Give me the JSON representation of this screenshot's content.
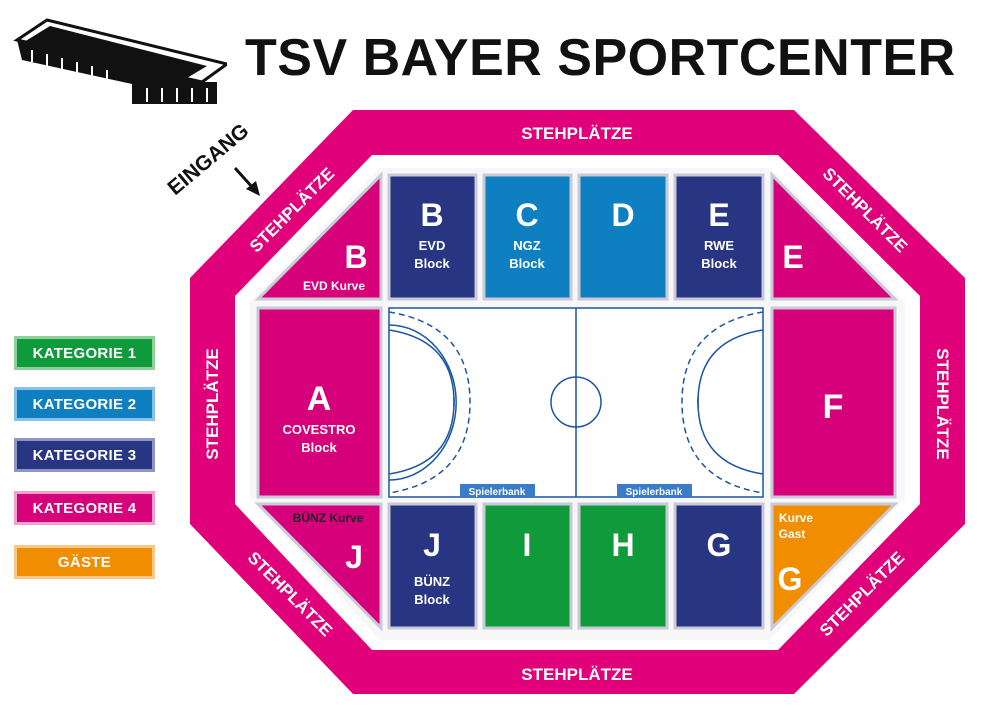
{
  "title": "TSV BAYER SPORTCENTER",
  "entrance": "EINGANG",
  "standing": "STEHPLÄTZE",
  "colors": {
    "kat1": "#0f9a3c",
    "kat2": "#0e7fc0",
    "kat3": "#283582",
    "kat4": "#d5007a",
    "gaeste": "#f18e00",
    "ring": "#e0007a"
  },
  "legend": [
    {
      "label": "KATEGORIE 1",
      "color": "#0f9a3c",
      "border": "#8fd09a"
    },
    {
      "label": "KATEGORIE 2",
      "color": "#0e7fc0",
      "border": "#85c2e6"
    },
    {
      "label": "KATEGORIE 3",
      "color": "#283582",
      "border": "#8f96c4"
    },
    {
      "label": "KATEGORIE 4",
      "color": "#d5007a",
      "border": "#f0a2cd"
    },
    {
      "label": "GÄSTE",
      "color": "#f18e00",
      "border": "#f8c888"
    }
  ],
  "blocks": {
    "B_top": {
      "letter": "B",
      "sub1": "EVD",
      "sub2": "Block"
    },
    "C": {
      "letter": "C",
      "sub1": "NGZ",
      "sub2": "Block"
    },
    "D": {
      "letter": "D"
    },
    "E_top": {
      "letter": "E",
      "sub1": "RWE",
      "sub2": "Block"
    },
    "B_corner": {
      "letter": "B",
      "sub": "EVD Kurve"
    },
    "E_corner": {
      "letter": "E"
    },
    "A": {
      "letter": "A",
      "sub1": "COVESTRO",
      "sub2": "Block"
    },
    "F": {
      "letter": "F"
    },
    "J_corner": {
      "letter": "J",
      "sub": "BÜNZ Kurve"
    },
    "J": {
      "letter": "J",
      "sub1": "BÜNZ",
      "sub2": "Block"
    },
    "I": {
      "letter": "I"
    },
    "H": {
      "letter": "H"
    },
    "G": {
      "letter": "G"
    },
    "G_corner": {
      "letter": "G",
      "sub1": "Kurve",
      "sub2": "Gast"
    }
  },
  "bench": "Spielerbank"
}
